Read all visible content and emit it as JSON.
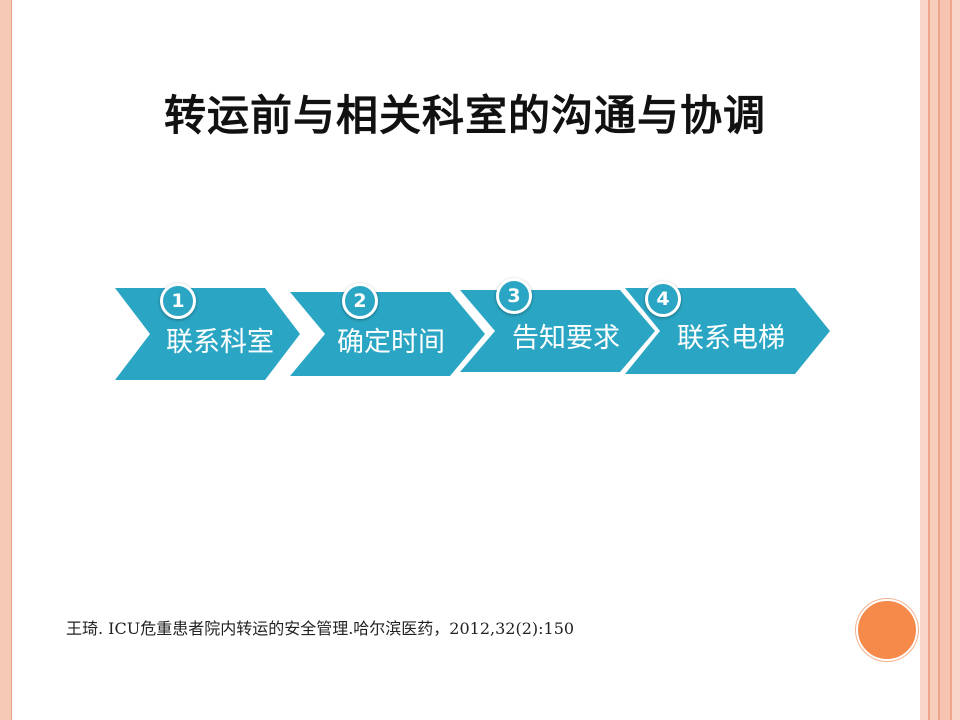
{
  "slide": {
    "title": "转运前与相关科室的沟通与协调",
    "steps": [
      {
        "number": "1",
        "label": "联系科室"
      },
      {
        "number": "2",
        "label": "确定时间"
      },
      {
        "number": "3",
        "label": "告知要求"
      },
      {
        "number": "4",
        "label": "联系电梯"
      }
    ],
    "citation": "王琦. ICU危重患者院内转运的安全管理.哈尔滨医药，2012,32(2):150",
    "colors": {
      "chevron": "#2aa6c4",
      "accent_circle": "#f58a4b",
      "frame": "#f6c8b6"
    }
  }
}
